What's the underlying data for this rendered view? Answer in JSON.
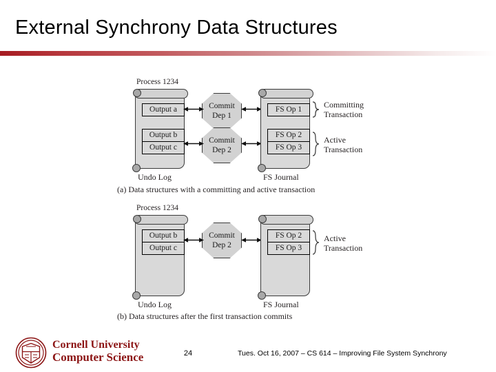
{
  "slide": {
    "title": "External Synchrony Data Structures",
    "accent_color": "#a61b21"
  },
  "figure": {
    "diagram_a": {
      "process_label": "Process 1234",
      "left_stack": {
        "caption": "Undo Log",
        "entries": [
          "Output a",
          "Output b",
          "Output c"
        ]
      },
      "right_stack": {
        "caption": "FS Journal",
        "entries": [
          "FS Op 1",
          "FS Op 2",
          "FS Op 3"
        ]
      },
      "nodes": [
        {
          "line1": "Commit",
          "line2": "Dep 1"
        },
        {
          "line1": "Commit",
          "line2": "Dep 2"
        }
      ],
      "transactions": [
        {
          "line1": "Committing",
          "line2": "Transaction"
        },
        {
          "line1": "Active",
          "line2": "Transaction"
        }
      ],
      "caption": "(a) Data structures with a committing and active transaction"
    },
    "diagram_b": {
      "process_label": "Process 1234",
      "left_stack": {
        "caption": "Undo Log",
        "entries": [
          "Output b",
          "Output c"
        ]
      },
      "right_stack": {
        "caption": "FS Journal",
        "entries": [
          "FS Op 2",
          "FS Op 3"
        ]
      },
      "nodes": [
        {
          "line1": "Commit",
          "line2": "Dep 2"
        }
      ],
      "transactions": [
        {
          "line1": "Active",
          "line2": "Transaction"
        }
      ],
      "caption": "(b) Data structures after the first transaction commits"
    }
  },
  "footer": {
    "org_line1": "Cornell University",
    "org_line2": "Computer Science",
    "page_number": "24",
    "note": "Tues. Oct 16, 2007 – CS 614 – Improving File System Synchrony",
    "brand_color": "#8c1515"
  }
}
